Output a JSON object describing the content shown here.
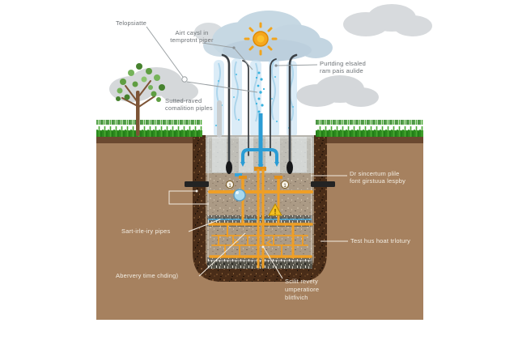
{
  "figure": {
    "labels": {
      "telopsiatte": "Telopsiatte",
      "air": [
        "Airt caysl in",
        "temprotnt piper"
      ],
      "rain": [
        "Purtding elsaled",
        "ram pais aulide"
      ],
      "collection": [
        "Sutted-raved",
        "comalition piples"
      ],
      "sincertum": [
        "Dr sincertum plile",
        "font girstuua lespby"
      ],
      "heat": "Test hus hoat trlotury",
      "sart": "Sart-irle-iry pipes",
      "abervery": "Abervery time chding)",
      "scilit": [
        "Scilit revety",
        "umperatiore",
        "blitfivich"
      ]
    },
    "glyphs": {
      "warning": "!",
      "valve_left": "1",
      "valve_right": "1"
    },
    "colors": {
      "soil": "#a6815f",
      "topsoil": "#5f4027",
      "pit_dark": "#4a2d18",
      "grass": "#2c8a1e",
      "pipe_orange": "#ef9f26",
      "pipe_blue": "#2b9cd4",
      "cloud_rain": "#c6d8e3",
      "cloud_gray": "#d7dadd",
      "sun": "#f4a71f",
      "rain_stream": "#bedef2",
      "warning_yellow": "#f4c01e",
      "label_text": "#6c7175",
      "label_text_light": "#f3eee4"
    }
  }
}
